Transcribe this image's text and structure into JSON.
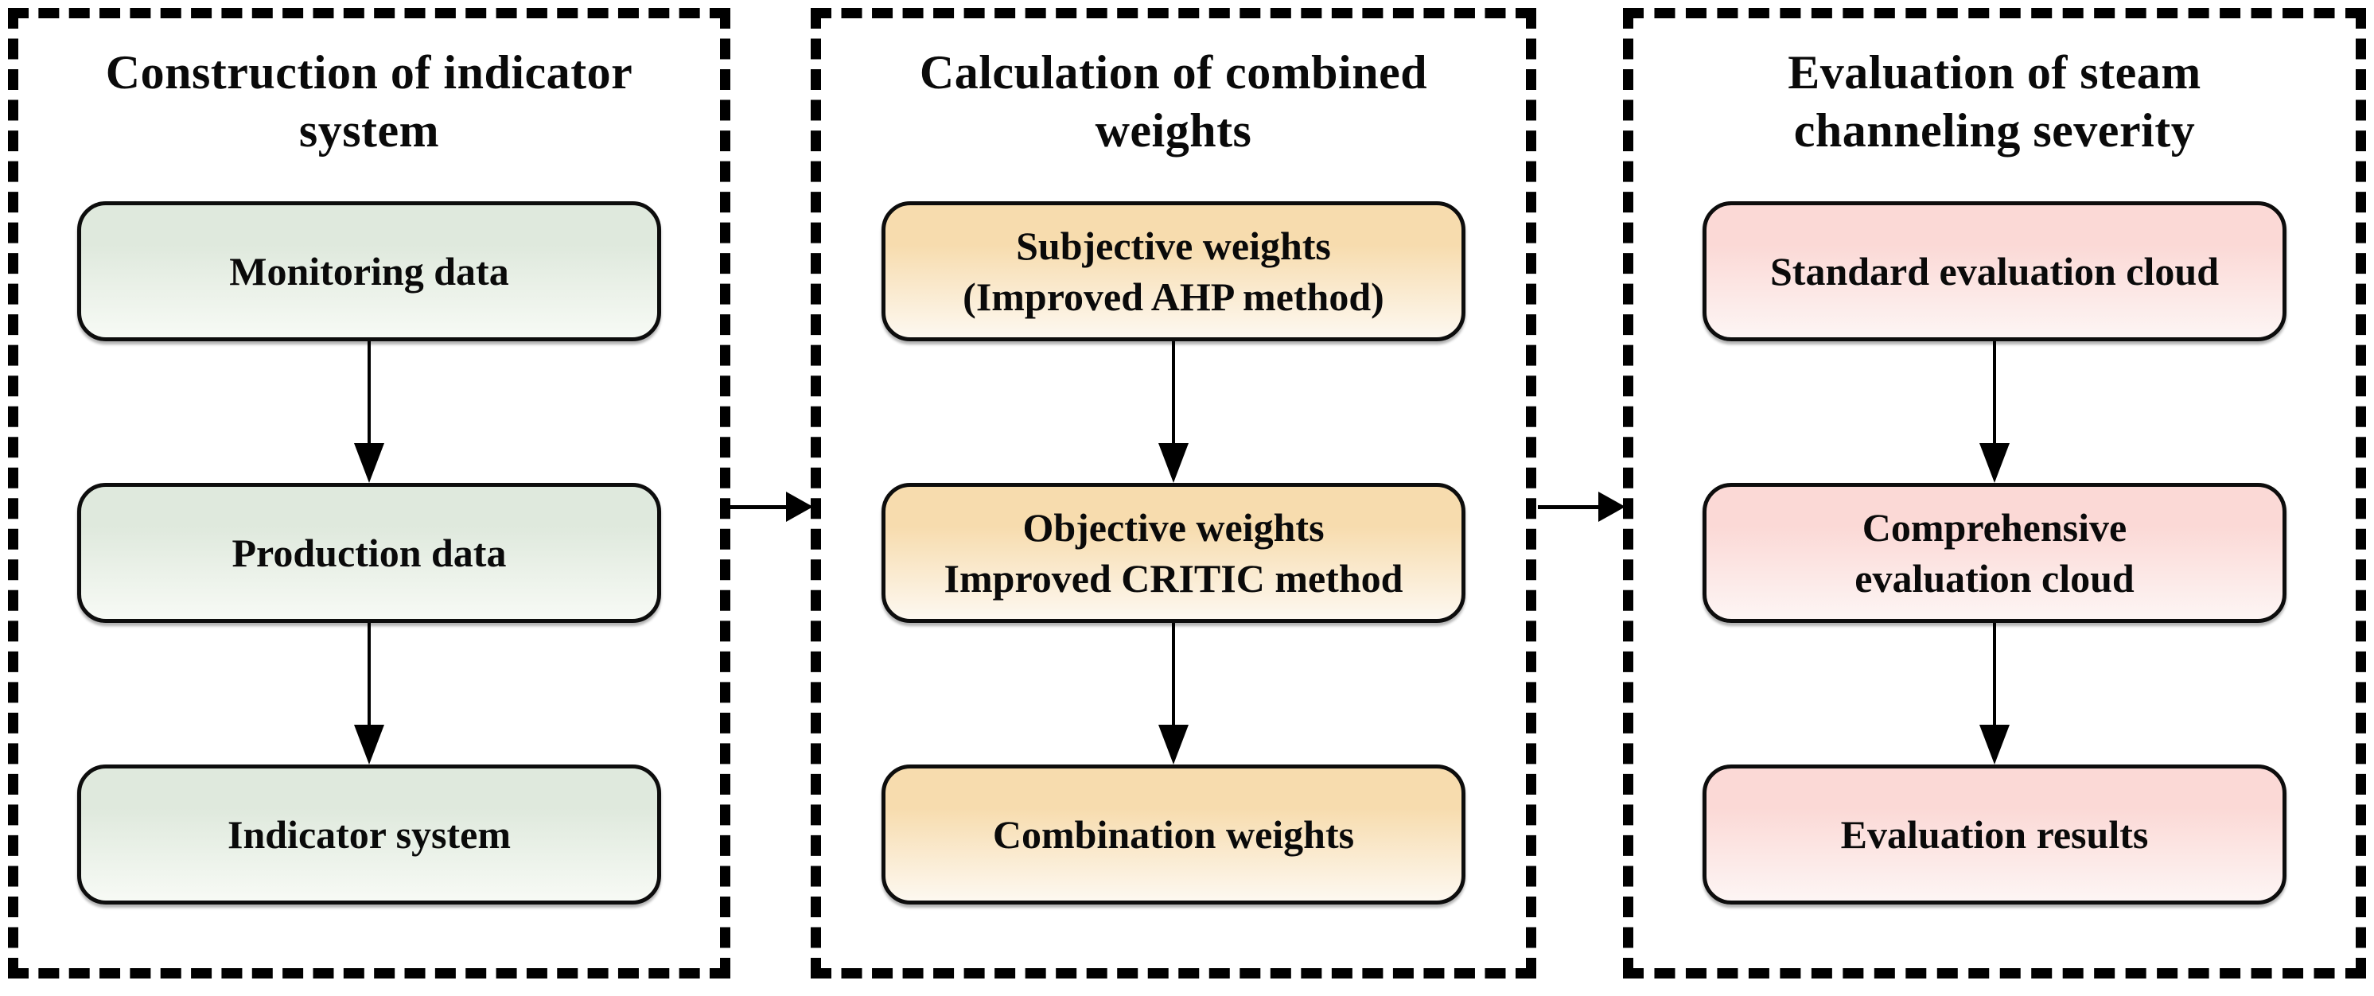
{
  "figure": {
    "background_color": "#ffffff",
    "panel_border_color": "#000000",
    "arrow_color": "#000000",
    "text_color": "#0a0a0a"
  },
  "panels": [
    {
      "title": "Construction of indicator system",
      "title_lines": [
        "Construction of indicator",
        "system"
      ],
      "box_color_top": "#dfe9dd",
      "box_color_bottom": "#f7faf5",
      "boxes": [
        {
          "label": "Monitoring data",
          "lines": [
            "Monitoring data"
          ]
        },
        {
          "label": "Production data",
          "lines": [
            "Production data"
          ]
        },
        {
          "label": "Indicator system",
          "lines": [
            "Indicator system"
          ]
        }
      ]
    },
    {
      "title": "Calculation of combined weights",
      "title_lines": [
        "Calculation of combined",
        "weights"
      ],
      "box_color_top": "#f7dcae",
      "box_color_bottom": "#fdf8f0",
      "boxes": [
        {
          "label": "Subjective weights (Improved AHP method)",
          "lines": [
            "Subjective weights",
            "(Improved AHP method)"
          ]
        },
        {
          "label": "Objective weights Improved CRITIC method",
          "lines": [
            "Objective weights",
            "Improved CRITIC method"
          ]
        },
        {
          "label": "Combination weights",
          "lines": [
            "Combination weights"
          ]
        }
      ]
    },
    {
      "title": "Evaluation of steam channeling severity",
      "title_lines": [
        "Evaluation of steam",
        "channeling severity"
      ],
      "box_color_top": "#fbd9d6",
      "box_color_bottom": "#fdf5f4",
      "boxes": [
        {
          "label": "Standard evaluation cloud",
          "lines": [
            "Standard evaluation cloud"
          ]
        },
        {
          "label": "Comprehensive evaluation cloud",
          "lines": [
            "Comprehensive",
            "evaluation cloud"
          ]
        },
        {
          "label": "Evaluation results",
          "lines": [
            "Evaluation results"
          ]
        }
      ]
    }
  ]
}
